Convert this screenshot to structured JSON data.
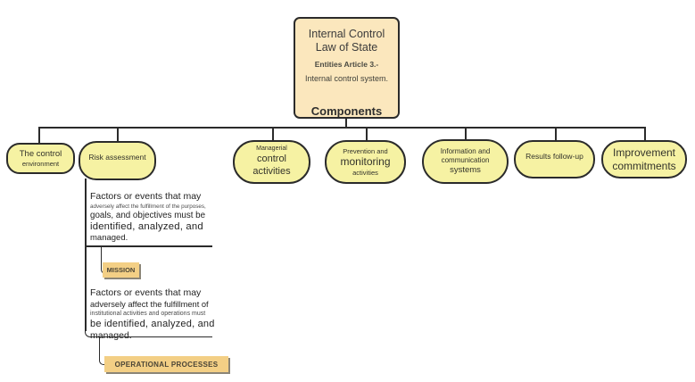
{
  "colors": {
    "background": "#ffffff",
    "node_fill": "#f6f2a3",
    "node_border": "#2b2b2b",
    "root_fill": "#fbe7bd",
    "label_fill": "#f3cf85",
    "line": "#2b2b2b",
    "text_dark": "#222222",
    "text_muted": "#4c4c4c"
  },
  "root": {
    "title_line1": "Internal Control",
    "title_line2": "Law of State",
    "subtitle1": "Entities Article 3.-",
    "subtitle2": "Internal control system.",
    "footer": "Components"
  },
  "components": [
    {
      "lines": [
        "The control",
        "environment"
      ]
    },
    {
      "lines": [
        "Risk assessment"
      ]
    },
    {
      "lines": [
        "Managerial",
        "control",
        "activities"
      ]
    },
    {
      "lines": [
        "Prevention and",
        "monitoring",
        "activities"
      ]
    },
    {
      "lines": [
        "Information and",
        "communication",
        "systems"
      ]
    },
    {
      "lines": [
        "Results follow-up"
      ]
    },
    {
      "lines": [
        "Improvement",
        "commitments"
      ]
    }
  ],
  "risk_detail": {
    "block1": {
      "lines": [
        "Factors or events that may",
        "adversely affect the fulfillment of the purposes,",
        "goals, and objectives must be",
        "identified, analyzed, and",
        "managed."
      ]
    },
    "mission_label": "MISSION",
    "block2": {
      "lines": [
        "Factors or events that may",
        "adversely affect the fulfillment of",
        "institutional activities and operations must",
        "be identified, analyzed, and",
        "managed."
      ]
    },
    "operational_label": "OPERATIONAL PROCESSES"
  }
}
